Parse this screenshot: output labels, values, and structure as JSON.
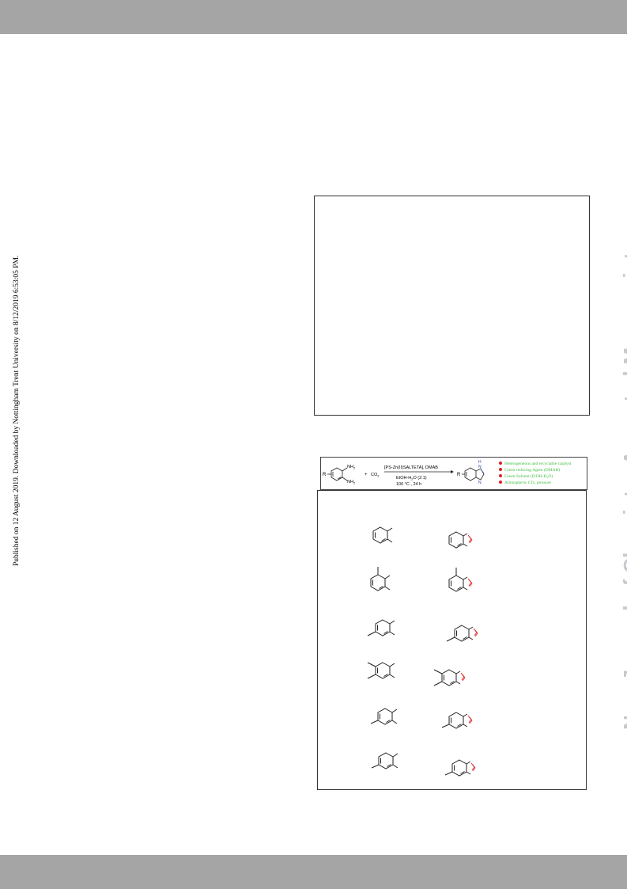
{
  "side_note_left": "Published on 12 August 2019. Downloaded by Nottingham Trent University on 8/12/2019 6:53:05 PM.",
  "side_note_right": "New Journal of Chemistry Accepted Manuscript",
  "scheme": {
    "nh2_top": "NH",
    "nh2_top_sub": "2",
    "nh2_bottom": "NH",
    "nh2_bottom_sub": "2",
    "r_left": "R",
    "plus": "+",
    "co2": "CO",
    "co2_sub": "2",
    "catalyst": "[PS-Zn(II)SALTETA], DMAB",
    "solvent": "EtOH-H",
    "solvent_sub": "2",
    "solvent_end": "O (2:1)",
    "conditions": "100 °C , 24 h",
    "r_right": "R",
    "nh_label": "H",
    "n_top": "N",
    "n_bottom": "N",
    "highlights": [
      "Heterogeneous and recyclable catalyst",
      "Green reducing Agent (DMAB)",
      "Green Solvent (EtOH-H₂O)",
      "Atmospheric CO₂ pressure"
    ],
    "bullet_color": "#e02020",
    "highlight_color": "#3fbf3f"
  }
}
